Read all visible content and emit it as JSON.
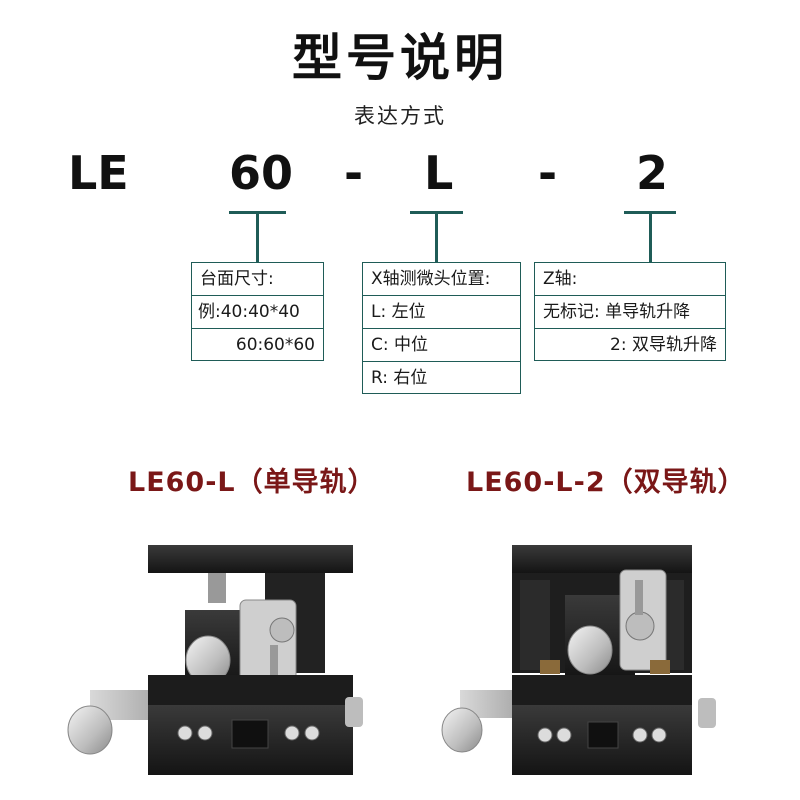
{
  "title": "型号说明",
  "subtitle": "表达方式",
  "code": {
    "p1": "LE",
    "p2": "60",
    "d1": "-",
    "p3": "L",
    "d2": "-",
    "p4": "2"
  },
  "box_size": {
    "rows": [
      "台面尺寸:",
      "例:40:40*40",
      "60:60*60"
    ]
  },
  "box_x": {
    "rows": [
      "X轴测微头位置:",
      "L: 左位",
      "C: 中位",
      "R: 右位"
    ]
  },
  "box_z": {
    "rows": [
      "Z轴:",
      "无标记: 单导轨升降",
      "2: 双导轨升降"
    ]
  },
  "products": [
    {
      "label": "LE60-L（单导轨）"
    },
    {
      "label": "LE60-L-2（双导轨）"
    }
  ],
  "colors": {
    "accent_line": "#1f5c57",
    "product_label": "#7a1717"
  }
}
